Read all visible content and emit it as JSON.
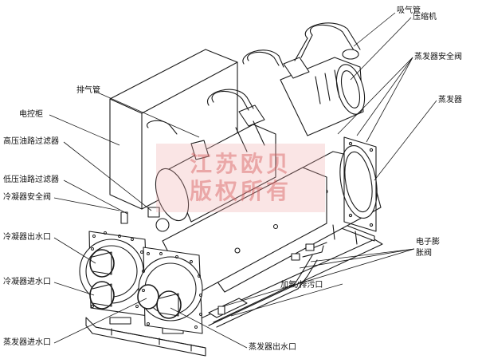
{
  "diagram": {
    "labels": {
      "suction_pipe": "吸气管",
      "compressor": "压缩机",
      "evaporator_safety_valve": "蒸发器安全阀",
      "evaporator": "蒸发器",
      "exhaust_pipe": "排气管",
      "electric_cabinet": "电控柜",
      "high_pressure_oil_filter": "高压油路过滤器",
      "low_pressure_oil_filter": "低压油路过滤器",
      "condenser_safety_valve": "冷凝器安全阀",
      "condenser_outlet": "冷凝器出水口",
      "condenser_inlet": "冷凝器进水口",
      "evaporator_inlet": "蒸发器进水口",
      "evaporator_outlet": "蒸发器出水口",
      "refrigerant_drain": "加氟/排污口",
      "electronic_expansion_valve_line1": "电子膨",
      "electronic_expansion_valve_line2": "胀阀"
    },
    "watermark": {
      "line1": "江苏欧贝",
      "line2": "版权所有"
    },
    "colors": {
      "line": "#1a1a1a",
      "watermark_bg": "#f0aaaa",
      "watermark_text": "#d75a5a"
    }
  }
}
